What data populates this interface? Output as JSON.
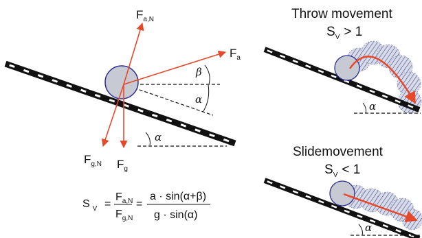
{
  "colors": {
    "arrow": "#e8482a",
    "ball_fill": "#c8cad3",
    "ball_stroke": "#2b2d8e",
    "hatch_line": "#3b4a9a",
    "slope": "#111111",
    "slope_mark": "#ffffff",
    "dash": "#111111"
  },
  "forces": {
    "fan": {
      "main": "F",
      "sub": "a,N"
    },
    "fa": {
      "main": "F",
      "sub": "a"
    },
    "fgn": {
      "main": "F",
      "sub": "g,N"
    },
    "fg": {
      "main": "F",
      "sub": "g"
    }
  },
  "angles": {
    "alpha": "α",
    "beta": "β"
  },
  "formula": {
    "lhs_main": "S",
    "lhs_sub": "V",
    "eq": "=",
    "num1_main": "F",
    "num1_sub": "a,N",
    "den1_main": "F",
    "den1_sub": "g,N",
    "num2": "a · sin(α+β)",
    "den2": "g · sin(α)"
  },
  "throw": {
    "title": "Throw movement",
    "cond_main": "S",
    "cond_sub": "V",
    "cond_rel": "> 1"
  },
  "slide": {
    "title": "Slidemovement",
    "cond_main": "S",
    "cond_sub": "V",
    "cond_rel": "< 1"
  }
}
